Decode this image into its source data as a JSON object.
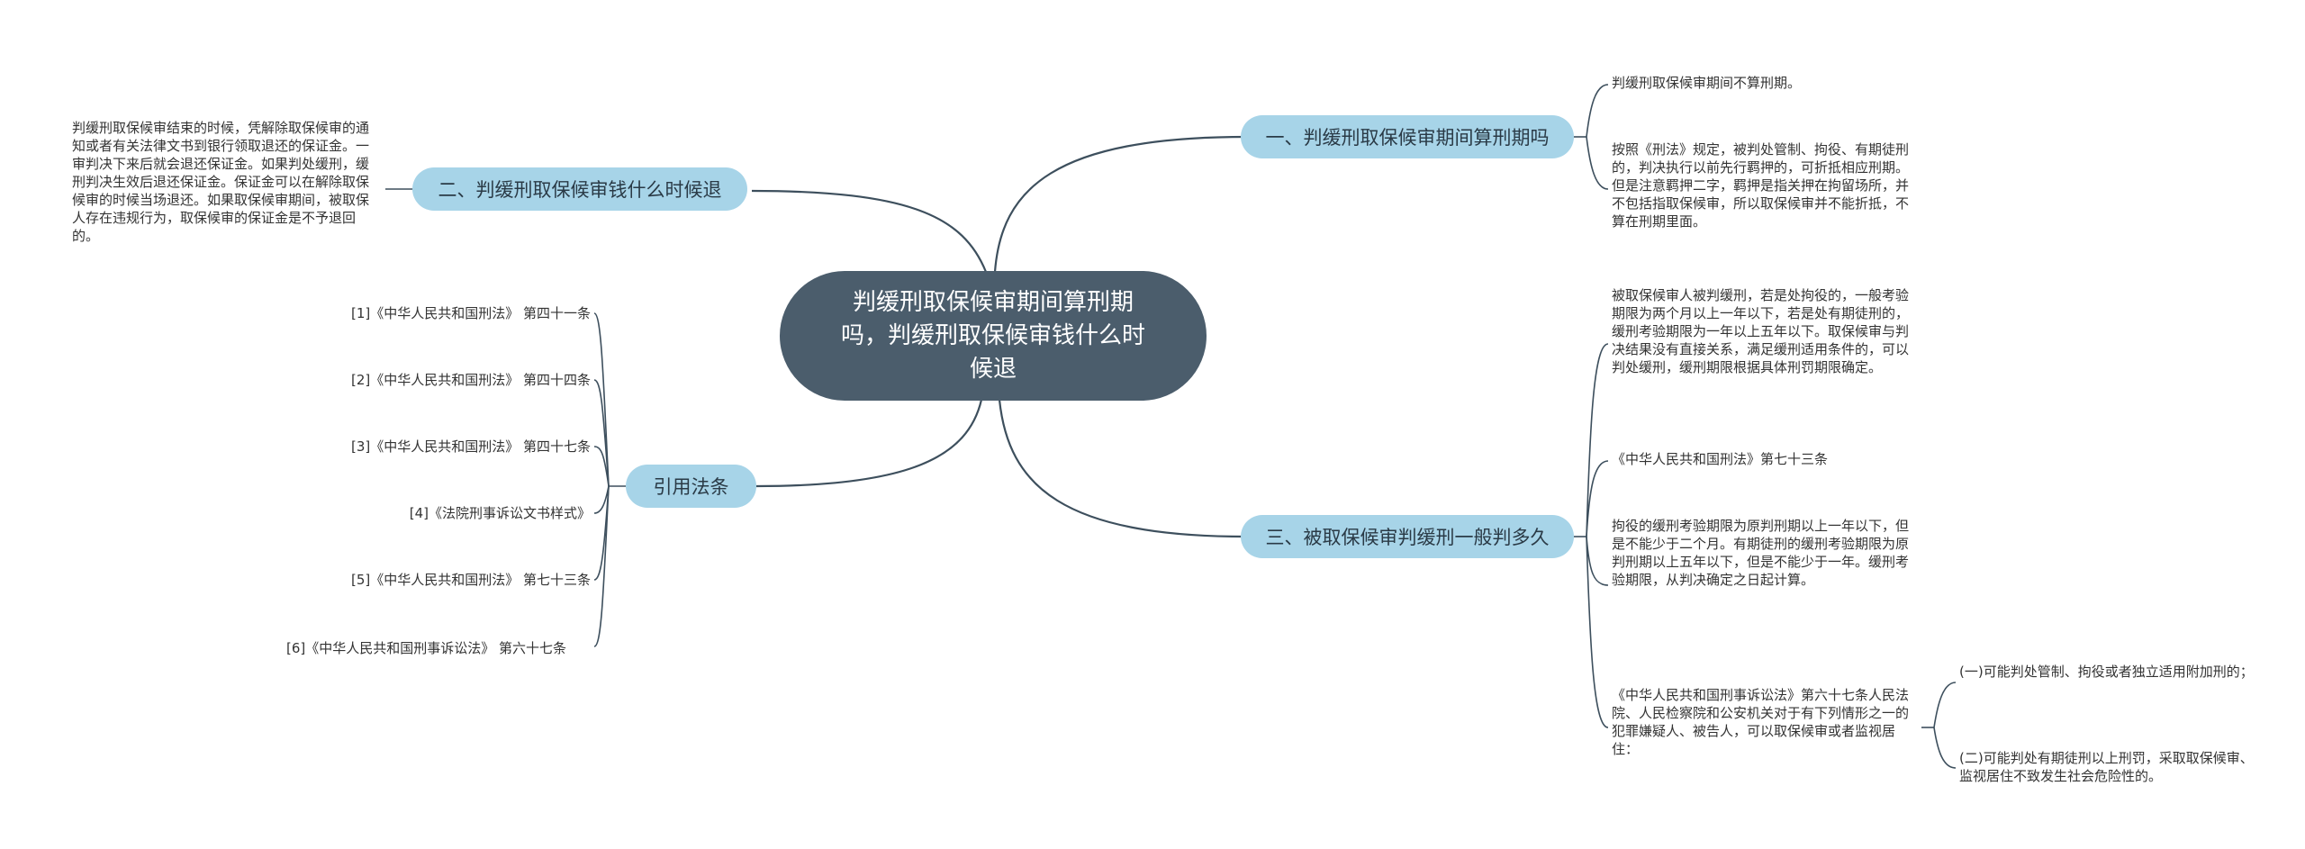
{
  "root": {
    "title": "判缓刑取保候审期间算刑期吗，判缓刑取保候审钱什么时候退"
  },
  "branches": {
    "b1": {
      "label": "一、判缓刑取保候审期间算刑期吗",
      "items": [
        "判缓刑取保候审期间不算刑期。",
        "按照《刑法》规定，被判处管制、拘役、有期徒刑的，判决执行以前先行羁押的，可折抵相应刑期。但是注意羁押二字，羁押是指关押在拘留场所，并不包括指取保候审，所以取保候审并不能折抵，不算在刑期里面。"
      ]
    },
    "b2": {
      "label": "二、判缓刑取保候审钱什么时候退",
      "items": [
        "判缓刑取保候审结束的时候，凭解除取保候审的通知或者有关法律文书到银行领取退还的保证金。一审判决下来后就会退还保证金。如果判处缓刑，缓刑判决生效后退还保证金。保证金可以在解除取保候审的时候当场退还。如果取保候审期间，被取保人存在违规行为，取保候审的保证金是不予退回的。"
      ]
    },
    "b3": {
      "label": "三、被取保候审判缓刑一般判多久",
      "items": [
        "被取保候审人被判缓刑，若是处拘役的，一般考验期限为两个月以上一年以下，若是处有期徒刑的，缓刑考验期限为一年以上五年以下。取保候审与判决结果没有直接关系，满足缓刑适用条件的，可以判处缓刑，缓刑期限根据具体刑罚期限确定。",
        "《中华人民共和国刑法》第七十三条",
        "拘役的缓刑考验期限为原判刑期以上一年以下，但是不能少于二个月。有期徒刑的缓刑考验期限为原判刑期以上五年以下，但是不能少于一年。缓刑考验期限，从判决确定之日起计算。",
        "《中华人民共和国刑事诉讼法》第六十七条人民法院、人民检察院和公安机关对于有下列情形之一的犯罪嫌疑人、被告人，可以取保候审或者监视居住："
      ],
      "subitems": [
        "(一)可能判处管制、拘役或者独立适用附加刑的；",
        "(二)可能判处有期徒刑以上刑罚，采取取保候审、监视居住不致发生社会危险性的。"
      ]
    },
    "b4": {
      "label": "引用法条",
      "items": [
        "[1]《中华人民共和国刑法》 第四十一条",
        "[2]《中华人民共和国刑法》 第四十四条",
        "[3]《中华人民共和国刑法》 第四十七条",
        "[4]《法院刑事诉讼文书样式》",
        "[5]《中华人民共和国刑法》 第七十三条",
        "[6]《中华人民共和国刑事诉讼法》 第六十七条"
      ]
    }
  },
  "colors": {
    "root_bg": "#4b5d6c",
    "branch_bg": "#a7d4e8",
    "line": "#3d4f5d"
  }
}
